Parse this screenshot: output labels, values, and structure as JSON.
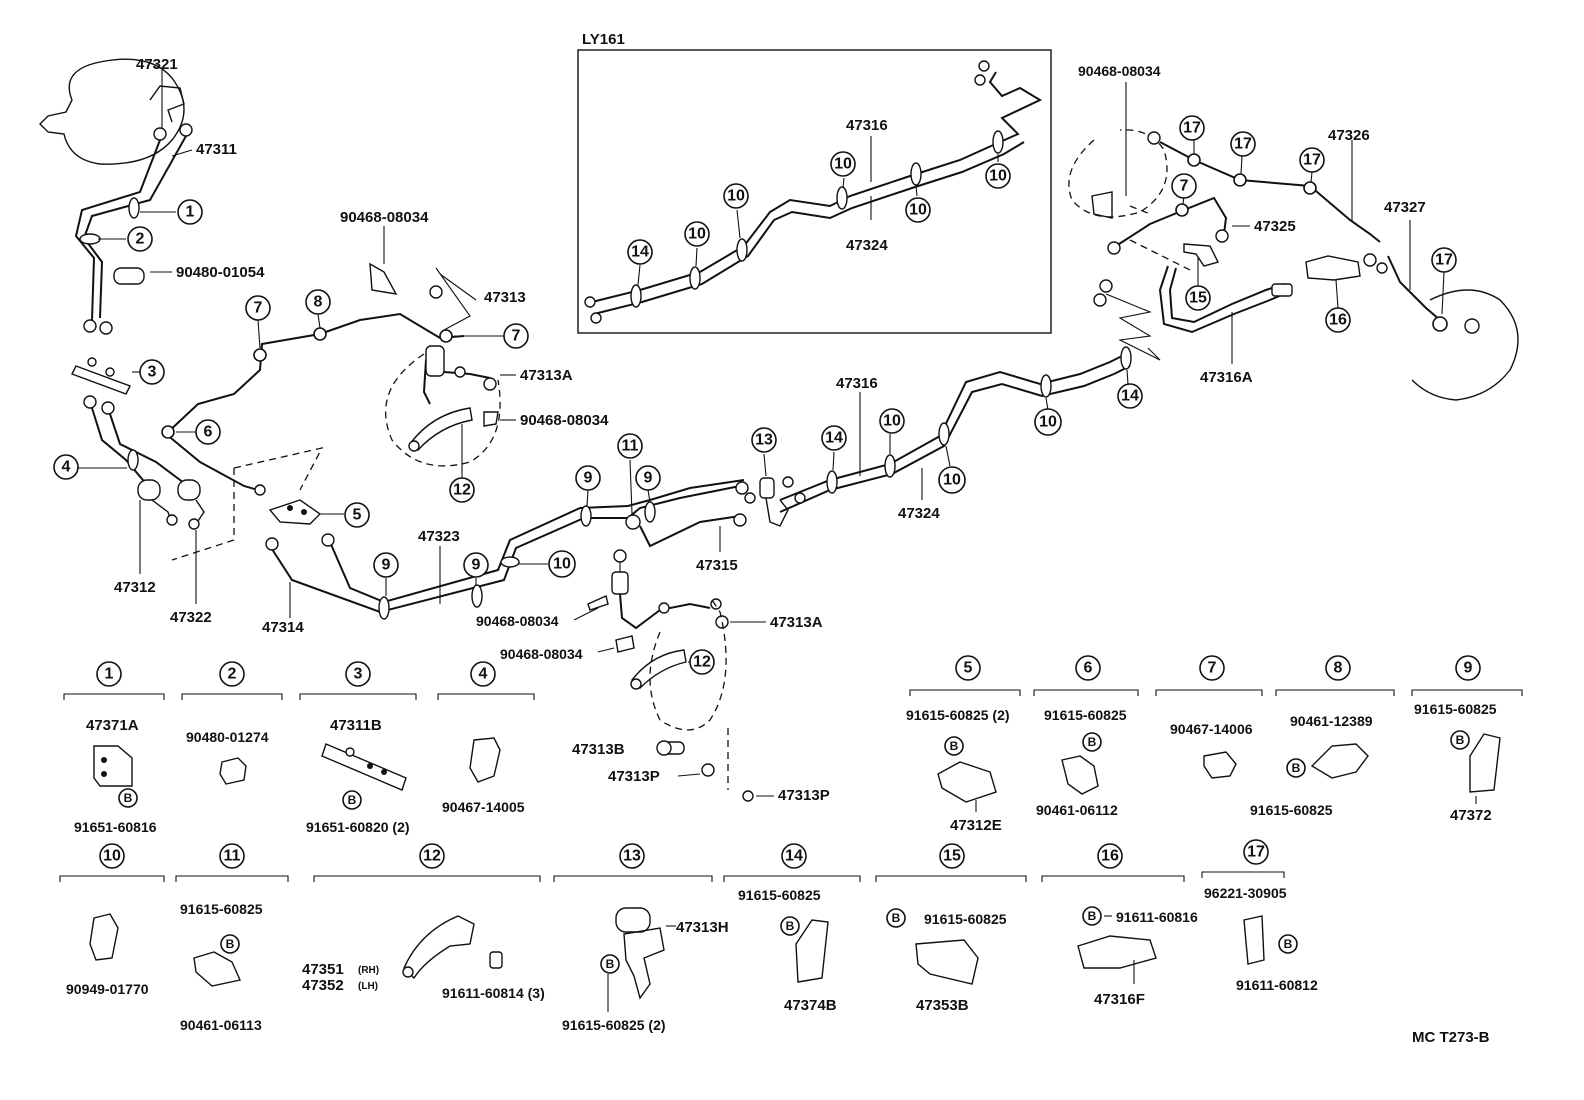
{
  "corner_code": "MC  T273-B",
  "inset": {
    "title": "LY161",
    "labels": [
      "47316",
      "47324"
    ]
  },
  "parts": {
    "p47321": "47321",
    "p47311": "47311",
    "p9048001054": "90480-01054",
    "p47312": "47312",
    "p47322": "47322",
    "p47314": "47314",
    "p47323": "47323",
    "p9046808034_a": "90468-08034",
    "p47313": "47313",
    "p47313A_a": "47313A",
    "p9046808034_b": "90468-08034",
    "p47315": "47315",
    "p9046808034_c": "90468-08034",
    "p9046808034_d": "90468-08034",
    "p47313A_b": "47313A",
    "p47313B": "47313B",
    "p47313P_a": "47313P",
    "p47313P_b": "47313P",
    "p47316": "47316",
    "p47324": "47324",
    "p9046808034_e": "90468-08034",
    "p47326": "47326",
    "p47325": "47325",
    "p47327": "47327",
    "p47316A": "47316A"
  },
  "callouts": {
    "c1": "1",
    "c2": "2",
    "c3": "3",
    "c4": "4",
    "c5": "5",
    "c6": "6",
    "c7a": "7",
    "c7b": "7",
    "c7c": "7",
    "c8": "8",
    "c9a": "9",
    "c9b": "9",
    "c9c": "9",
    "c9d": "9",
    "c10a": "10",
    "c10b": "10",
    "c10c": "10",
    "c10d": "10",
    "c10e": "10",
    "c10f": "10",
    "c10g": "10",
    "c10h": "10",
    "c10i": "10",
    "c11": "11",
    "c12a": "12",
    "c12b": "12",
    "c13": "13",
    "c14a": "14",
    "c14b": "14",
    "c14c": "14",
    "c15": "15",
    "c16": "16",
    "c17a": "17",
    "c17b": "17",
    "c17c": "17",
    "c17d": "17"
  },
  "detail_groups": [
    {
      "number": "1",
      "lines": [
        "47371A",
        "91651-60816"
      ],
      "bolt": "B"
    },
    {
      "number": "2",
      "lines": [
        "90480-01274"
      ]
    },
    {
      "number": "3",
      "lines": [
        "47311B",
        "91651-60820 (2)"
      ],
      "bolt": "B"
    },
    {
      "number": "4",
      "lines": [
        "90467-14005"
      ]
    },
    {
      "number": "5",
      "lines": [
        "91615-60825 (2)",
        "47312E"
      ],
      "bolt": "B"
    },
    {
      "number": "6",
      "lines": [
        "91615-60825",
        "90461-06112"
      ],
      "bolt": "B"
    },
    {
      "number": "7",
      "lines": [
        "90467-14006"
      ]
    },
    {
      "number": "8",
      "lines": [
        "90461-12389",
        "91615-60825"
      ],
      "bolt": "B"
    },
    {
      "number": "9",
      "lines": [
        "91615-60825",
        "47372"
      ],
      "bolt": "B"
    },
    {
      "number": "10",
      "lines": [
        "90949-01770"
      ]
    },
    {
      "number": "11",
      "lines": [
        "91615-60825",
        "90461-06113"
      ],
      "bolt": "B"
    },
    {
      "number": "12",
      "lines": [
        "47351",
        "(RH)",
        "47352",
        "(LH)",
        "91611-60814 (3)"
      ]
    },
    {
      "number": "13",
      "lines": [
        "47313H",
        "91615-60825 (2)"
      ],
      "bolt": "B"
    },
    {
      "number": "14",
      "lines": [
        "91615-60825",
        "47374B"
      ],
      "bolt": "B"
    },
    {
      "number": "15",
      "lines": [
        "91615-60825",
        "47353B"
      ],
      "bolt": "B"
    },
    {
      "number": "16",
      "lines": [
        "91611-60816",
        "47316F"
      ],
      "bolt": "B"
    },
    {
      "number": "17",
      "lines": [
        "96221-30905",
        "91611-60812"
      ],
      "bolt": "B"
    }
  ]
}
